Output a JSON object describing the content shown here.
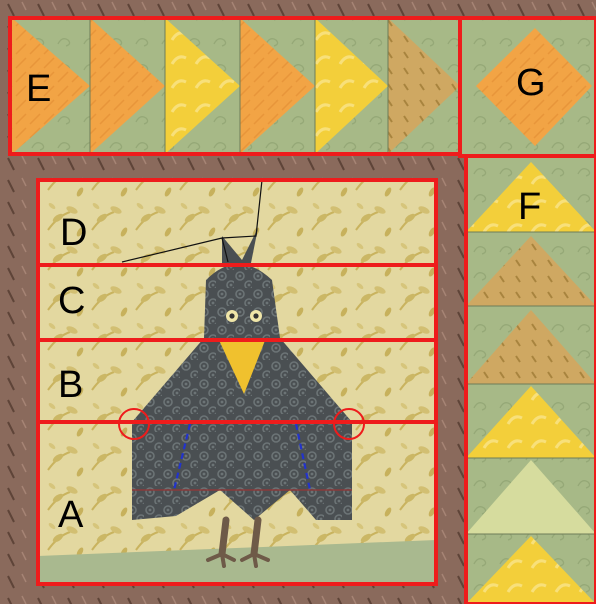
{
  "labels": {
    "e": "E",
    "g": "G",
    "f": "F",
    "d": "D",
    "c": "C",
    "b": "B",
    "a": "A"
  },
  "colors": {
    "outline": "#ee1c1c",
    "guide_dash": "#2233cc",
    "guide_line": "#111111",
    "border_fabric": "#8a6a5c",
    "background_fabric": "#e3d8a0",
    "leaf_print": "#c9b35e",
    "sage": "#a7b987",
    "orange": "#f2a445",
    "yellow": "#f3cf3a",
    "tan": "#cfa862",
    "crow": "#4a4f52",
    "crow_dots": "#6c7476",
    "beak": "#f0c12e",
    "branch": "#a9b98f",
    "legs": "#6e5a48"
  }
}
